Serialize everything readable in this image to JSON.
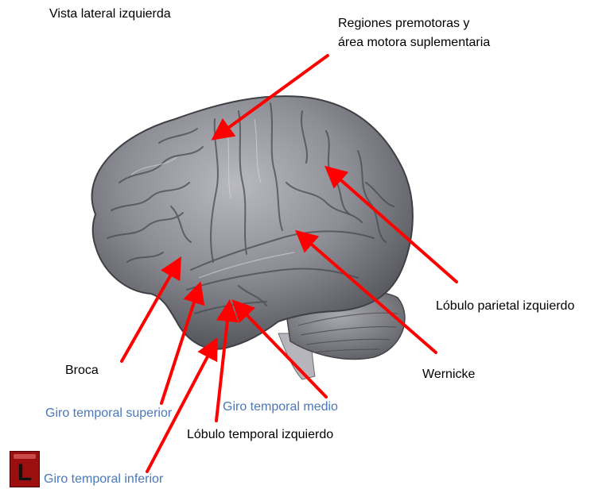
{
  "title": "Vista lateral izquierda",
  "labels": {
    "premotor": "Regiones premotoras y área motora suplementaria",
    "parietal": "Lóbulo parietal izquierdo",
    "broca": "Broca",
    "wernicke": "Wernicke",
    "temporal_superior": "Giro temporal superior",
    "temporal_medio": "Giro temporal medio",
    "lobulo_temporal": "Lóbulo temporal izquierdo",
    "temporal_inferior": "Giro temporal inferior"
  },
  "badge": {
    "letter": "L"
  },
  "colors": {
    "arrow": "#ff0000",
    "blue_label": "#4a78b8",
    "brain": "#8e8e96",
    "badge": "#9c0f0f"
  }
}
